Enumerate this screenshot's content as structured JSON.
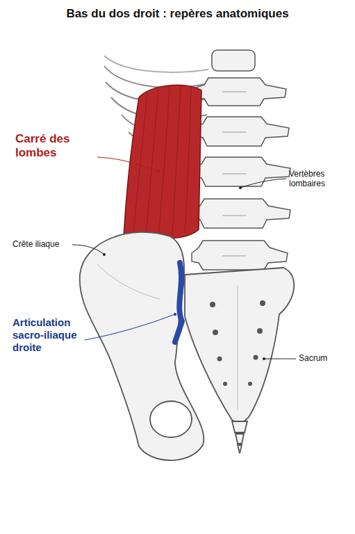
{
  "diagram": {
    "title": "Bas du dos droit : repères anatomiques",
    "labels": [
      "Carré des lombes",
      "Vertèbres lombaires",
      "Crête iliaque",
      "Articulation sacro-iliaque droite",
      "Sacrum"
    ]
  }
}
